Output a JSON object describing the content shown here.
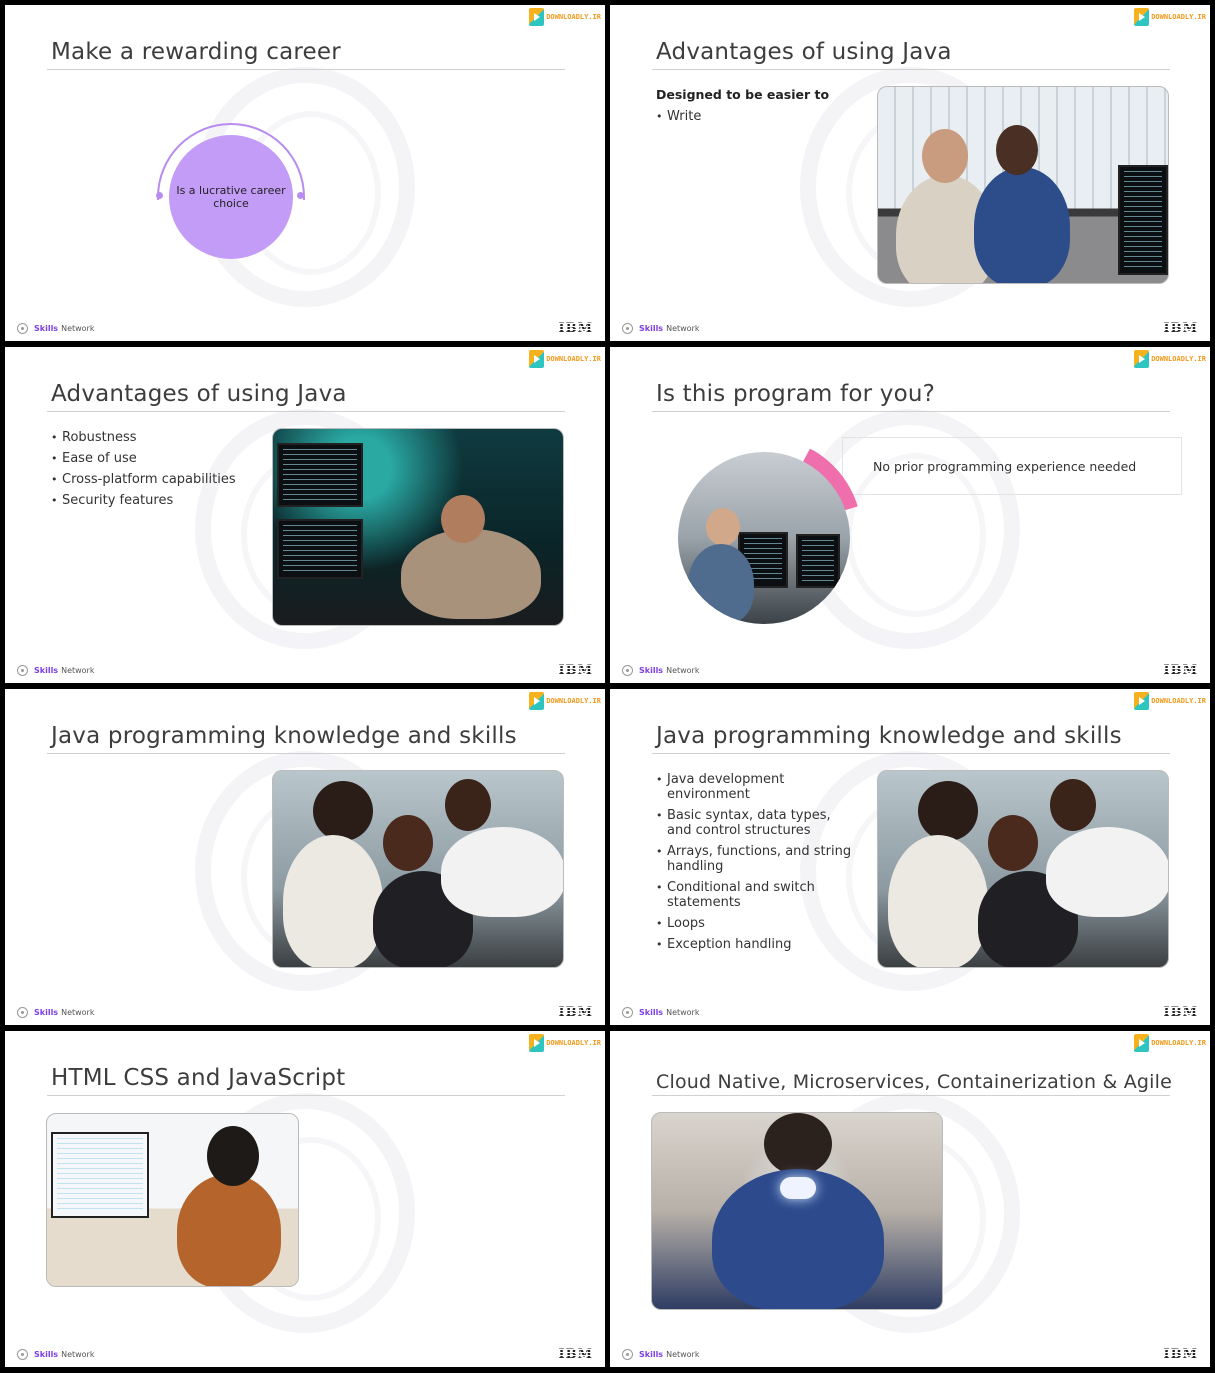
{
  "common": {
    "brand_badge": "DOWNLOADLY.IR",
    "footer_skills": "Skills",
    "footer_network": "Network",
    "footer_ibm": "IBM"
  },
  "slides": [
    {
      "title": "Make a rewarding career",
      "circle_text": "Is a lucrative career choice"
    },
    {
      "title": "Advantages of using Java",
      "subhead": "Designed to be easier to",
      "bullets": [
        "Write"
      ]
    },
    {
      "title": "Advantages of using Java",
      "bullets": [
        "Robustness",
        "Ease of use",
        "Cross-platform capabilities",
        "Security features"
      ]
    },
    {
      "title": "Is this program for you?",
      "box_text": "No prior programming experience needed"
    },
    {
      "title": "Java programming knowledge and skills"
    },
    {
      "title": "Java programming knowledge and skills",
      "bullets": [
        "Java development environment",
        "Basic syntax, data types, and control structures",
        "Arrays, functions, and string handling",
        "Conditional and switch statements",
        "Loops",
        "Exception handling"
      ]
    },
    {
      "title": "HTML CSS and JavaScript"
    },
    {
      "title": "Cloud Native, Microservices, Containerization & Agile"
    }
  ],
  "colors": {
    "accent_purple": "#c29cf6",
    "accent_pink": "#ee6fab",
    "skills_purple": "#7b3fe4"
  }
}
